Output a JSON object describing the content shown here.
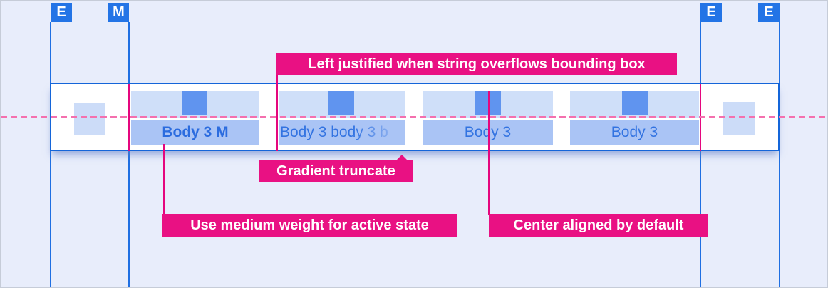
{
  "badges": [
    {
      "label": "E"
    },
    {
      "label": "M"
    },
    {
      "label": "E"
    },
    {
      "label": "E"
    }
  ],
  "tabs": [
    {
      "label": "Body 3 M",
      "state": "active",
      "align": "center",
      "weight": "medium"
    },
    {
      "label": "Body 3 body 3 b",
      "state": "inactive",
      "align": "left",
      "truncation": "gradient"
    },
    {
      "label": "Body 3",
      "state": "inactive",
      "align": "center"
    },
    {
      "label": "Body 3",
      "state": "inactive",
      "align": "center"
    }
  ],
  "annotations": {
    "left_justified": {
      "label": "Left justified when string overflows bounding box"
    },
    "gradient_truncate": {
      "label": "Gradient truncate"
    },
    "medium_weight": {
      "label": "Use medium weight for active state"
    },
    "center_aligned": {
      "label": "Center aligned by default"
    }
  },
  "colors": {
    "background": "#e8edfb",
    "guide_blue": "#1f6fe2",
    "badge_blue": "#2374e6",
    "band_border": "#1465d9",
    "annotation_pink": "#e91183",
    "pink_line": "#e5067e",
    "pink_dashed": "#f470ae",
    "tab_top": "#cfdff9",
    "tab_bottom": "#aac4f5",
    "icon_square": "#6094ef",
    "side_square": "#ccdcf8",
    "active_text": "#2b6cdf",
    "inactive_text": "#3273e1"
  }
}
